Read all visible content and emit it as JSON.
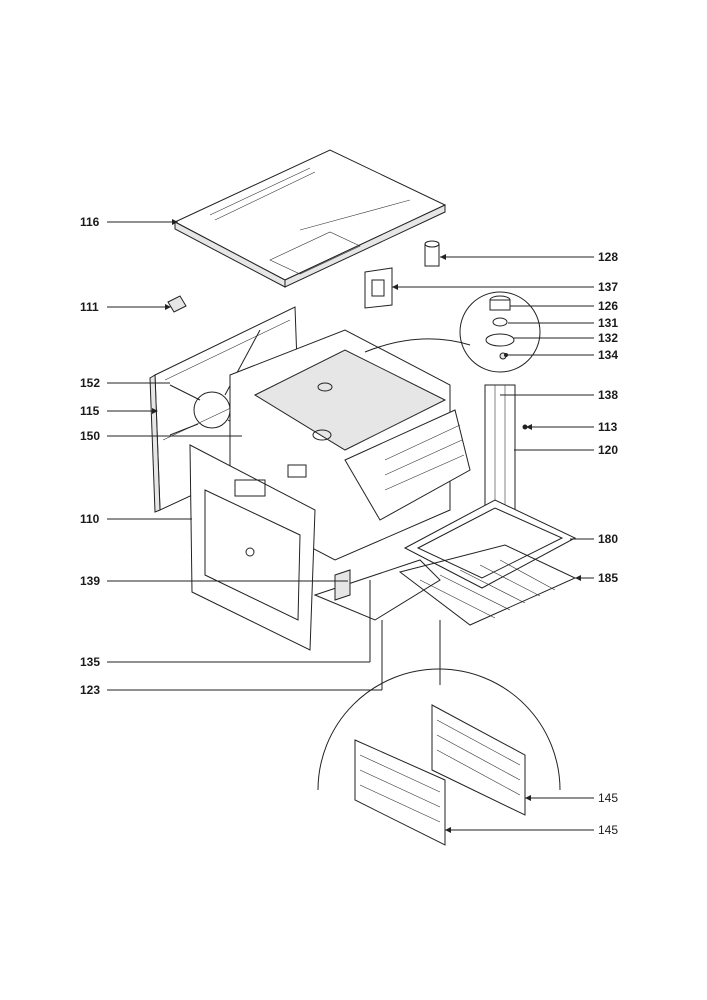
{
  "labels": {
    "l116": "116",
    "l111": "111",
    "l152": "152",
    "l115": "115",
    "l150": "150",
    "l110": "110",
    "l139": "139",
    "l135": "135",
    "l123": "123",
    "l128": "128",
    "l137": "137",
    "l126": "126",
    "l131": "131",
    "l132": "132",
    "l134": "134",
    "l138": "138",
    "l113": "113",
    "l120": "120",
    "l180": "180",
    "l185": "185",
    "l145a": "145",
    "l145b": "145"
  }
}
